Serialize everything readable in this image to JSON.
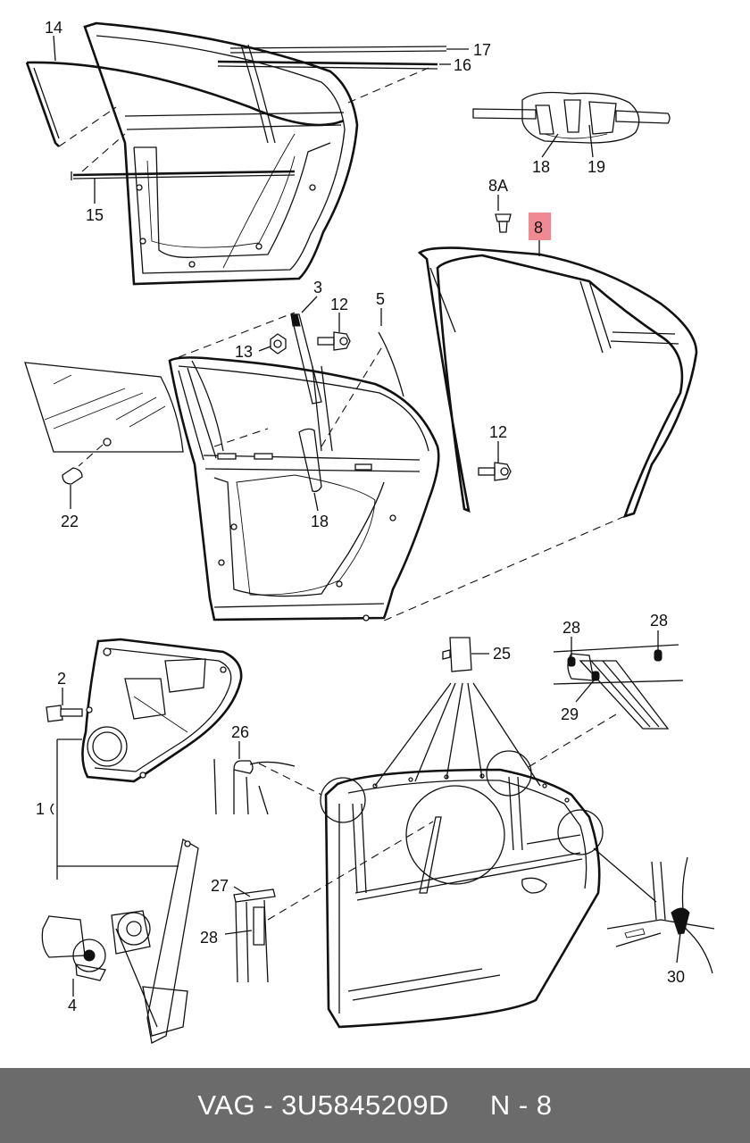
{
  "labels": {
    "l14": "14",
    "l17": "17",
    "l16": "16",
    "l15": "15",
    "l18a": "18",
    "l19": "19",
    "l8a": "8A",
    "l8": "8",
    "l3": "3",
    "l12a": "12",
    "l5": "5",
    "l13": "13",
    "l12b": "12",
    "l18b": "18",
    "l22": "22",
    "l2": "2",
    "l25": "25",
    "l28a": "28",
    "l28b": "28",
    "l29": "29",
    "l26": "26",
    "l1": "1",
    "l27": "27",
    "l28c": "28",
    "l4": "4",
    "l30": "30"
  },
  "highlight_color": "#f08a92",
  "footer": {
    "brand": "VAG",
    "separator": "-",
    "part_number": "3U5845209D",
    "ref": "N - 8"
  }
}
